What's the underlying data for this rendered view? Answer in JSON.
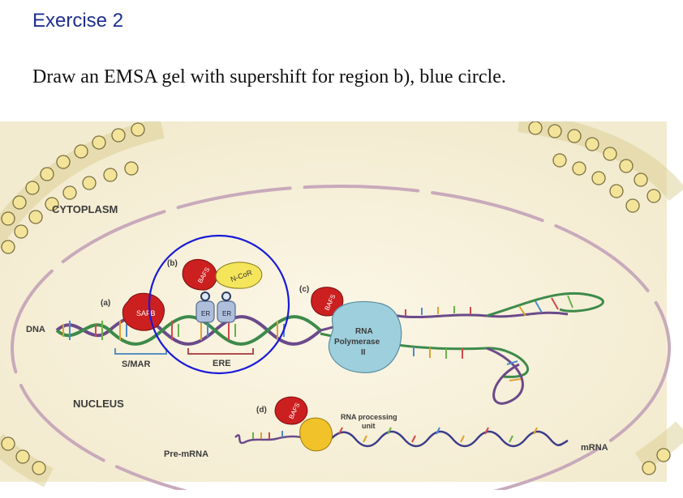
{
  "header": {
    "title": "Exercise 2",
    "instruction": "Draw an EMSA gel with supershift for region b), blue circle."
  },
  "figure": {
    "cytoplasm": "CYTOPLASM",
    "nucleus": "NUCLEUS",
    "dna": "DNA",
    "mark_a": "(a)",
    "mark_b": "(b)",
    "mark_c": "(c)",
    "mark_d": "(d)",
    "safb": "SAFB",
    "smar": "S/MAR",
    "ere": "ERE",
    "er": "ER",
    "ncor": "N-CoR",
    "bafs": "BAFS",
    "rnapol": [
      "RNA",
      "Polymerase",
      "II"
    ],
    "rnaproc": [
      "RNA processing",
      "unit"
    ],
    "premrna": "Pre-mRNA",
    "mrna": "mRNA"
  },
  "colors": {
    "title": "#1f2f8f",
    "circle": "#1a1ad8",
    "cell": "#f7f1da",
    "membrane_head": "#f3e49a",
    "nuclear_envelope": "#c8aabb",
    "protein_red": "#cc1f1f",
    "ncor_yellow": "#f5e55a",
    "polymerase": "#9ecfdd",
    "er_blue": "#aebfdc",
    "smar_bracket": "#5a8fc4",
    "ere_bracket": "#b24d4d",
    "processing_unit": "#f2c22a"
  }
}
